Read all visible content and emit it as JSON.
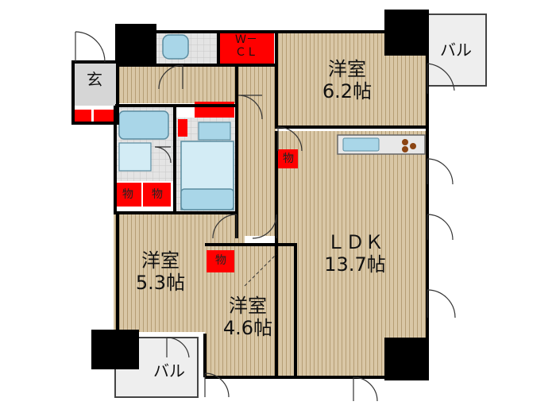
{
  "rooms": {
    "western_room_1": {
      "name": "洋室",
      "size": "6.2帖"
    },
    "ldk": {
      "name": "ＬＤＫ",
      "size": "13.7帖"
    },
    "western_room_2": {
      "name": "洋室",
      "size": "5.3帖"
    },
    "western_room_3": {
      "name": "洋室",
      "size": "4.6帖"
    }
  },
  "labels": {
    "entrance": "玄",
    "wic_line1": "Ｗ－",
    "wic_line2": "ＣＬ",
    "balcony": "バル",
    "storage": "物"
  },
  "colors": {
    "wall": "#000000",
    "wood_floor": "#d9c7a6",
    "wood_line": "#b59d74",
    "storage_red": "#ff0000",
    "fixture_blue": "#a9d6e8",
    "balcony_fill": "#eeeeee",
    "entrance_fill": "#d6d6d6"
  }
}
